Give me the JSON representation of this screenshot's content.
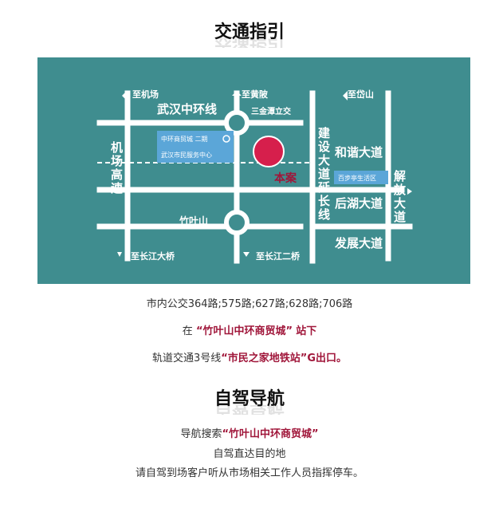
{
  "section1": {
    "title": "交通指引",
    "map": {
      "top_labels": {
        "airport": "至机场",
        "huangpi": "至黄陂",
        "daishan": "至岱山"
      },
      "bottom_labels": {
        "changjiang_bridge": "至长江大桥",
        "changjiang_bridge2": "至长江二桥"
      },
      "roads": {
        "wuhan_ring": "武汉中环线",
        "sanjintan": "三金潭立交",
        "airport_hwy": "机场高速",
        "jianshe": "建设大道延长线",
        "hexie": "和谐大道",
        "houhu": "后湖大道",
        "fazhan": "发展大道",
        "jiefang": "解放大道",
        "zhuyeshan": "竹叶山"
      },
      "places": {
        "mall": "中环商贸城 二期",
        "citizen_center": "武汉市民服务中心",
        "project": "本案",
        "zone": "百步亭生活区"
      },
      "colors": {
        "bg": "#3f8d8f",
        "road": "#ffffff",
        "marker": "#d61f4c",
        "label_red": "#a0163a",
        "box": "#5ba6d8"
      }
    },
    "info": {
      "bus": "市内公交364路;575路;627路;628路;706路",
      "stop_prefix": "在",
      "stop_name": "“竹叶山中环商贸城”",
      "stop_suffix": "站下",
      "metro_prefix": "轨道交通3号线",
      "metro_name": "“市民之家地铁站”",
      "metro_suffix": "G出口。"
    }
  },
  "section2": {
    "title": "自驾导航",
    "nav_prefix": "导航搜索",
    "nav_name": "“竹叶山中环商贸城”",
    "line2": "自驾直达目的地",
    "line3": "请自驾到场客户听从市场相关工作人员指挥停车。"
  }
}
